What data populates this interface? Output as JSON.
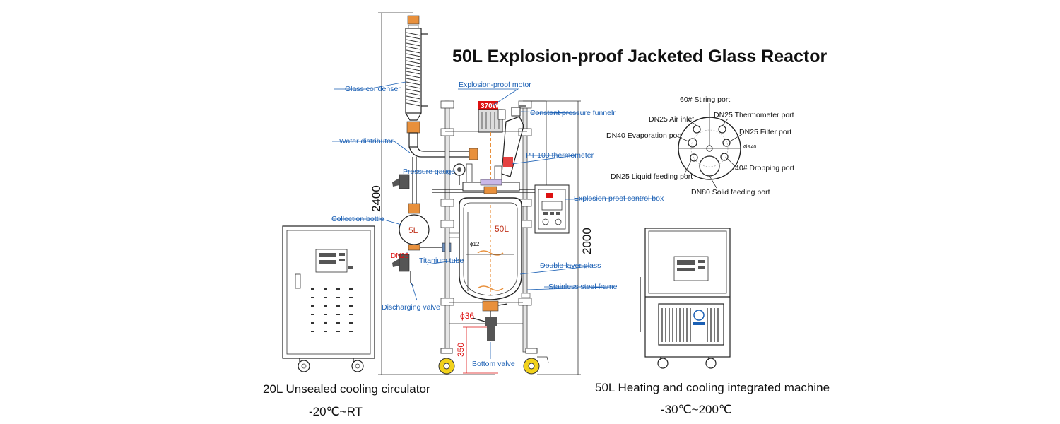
{
  "title": "50L Explosion-proof Jacketed Glass Reactor",
  "labels": {
    "glass_condenser": "Glass condenser",
    "water_distributor": "Water distributor",
    "pressure_gauge": "Pressure gauge",
    "collection_bottle": "Collection bottle",
    "dn25_outlet": "DN25",
    "titanium_tube": "Titanium tube",
    "discharging_valve": "Discharging valve",
    "explosion_proof_motor": "Explosion-proof motor",
    "constant_pressure_funnel": "Constant pressure funnelr",
    "pt100": "PT 100 thermometer",
    "control_box": "Explosion-proof control box",
    "double_layer_glass": "Double layer glass",
    "stainless_frame": "Stainless steel frame",
    "bottom_valve": "Bottom valve"
  },
  "vessel": {
    "flask_volume": "5L",
    "reactor_volume": "50L",
    "motor_power": "370W",
    "phi12": "ϕ12",
    "phi36": "ϕ36"
  },
  "dimensions": {
    "height_total": "2400",
    "height_frame": "2000",
    "bottom_clearance": "350"
  },
  "lid_ports": {
    "stirring": "60# Stiring port",
    "air_inlet": "DN25 Air inlet",
    "thermometer": "DN25 Thermometer port",
    "evaporation": "DN40 Evaporation port",
    "filter": "DN25 Filter port",
    "dropping": "40# Dropping port",
    "liquid_feeding": "DN25 Liquid feeding port",
    "solid_feeding": "DN80 Solid feeding port",
    "small_label": "ØR40"
  },
  "captions": {
    "left_name": "20L Unsealed cooling circulator",
    "left_range": "-20℃~RT",
    "right_name": "50L Heating and cooling integrated machine",
    "right_range": "-30℃~200℃"
  },
  "colors": {
    "label_blue": "#1a5fb4",
    "joint_orange": "#e8903c",
    "red": "#dd1111",
    "wheel_yellow": "#f2d21b"
  }
}
